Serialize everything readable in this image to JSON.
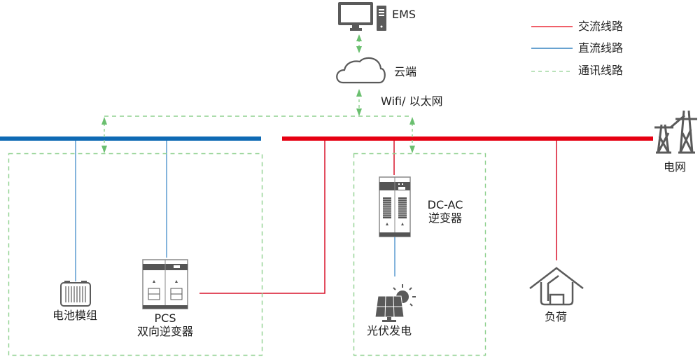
{
  "colors": {
    "ac_line": "#e60012",
    "dc_line": "#0e6ab4",
    "dc_branch": "#5b9bd0",
    "ac_branch": "#d9142b",
    "comm_line": "#6abf6f",
    "icon": "#5a5a5a"
  },
  "legend": {
    "items": [
      {
        "label": "交流线路",
        "type": "ac"
      },
      {
        "label": "直流线路",
        "type": "dc"
      },
      {
        "label": "通讯线路",
        "type": "comm"
      }
    ]
  },
  "nodes": {
    "ems": {
      "label": "EMS",
      "icon": "computer-icon"
    },
    "cloud": {
      "label": "云端",
      "icon": "cloud-icon"
    },
    "network": {
      "label": "Wifi/ 以太网"
    },
    "grid": {
      "label": "电网",
      "icon": "power-tower-icon"
    },
    "battery": {
      "label": "电池模组",
      "icon": "battery-icon"
    },
    "pcs": {
      "label_line1": "PCS",
      "label_line2": "双向逆变器",
      "icon": "inverter-cabinet-icon"
    },
    "dcac": {
      "label_line1": "DC-AC",
      "label_line2": "逆变器",
      "icon": "inverter-cabinet-icon"
    },
    "pv": {
      "label": "光伏发电",
      "icon": "solar-panel-icon"
    },
    "load": {
      "label": "负荷",
      "icon": "house-icon"
    }
  }
}
